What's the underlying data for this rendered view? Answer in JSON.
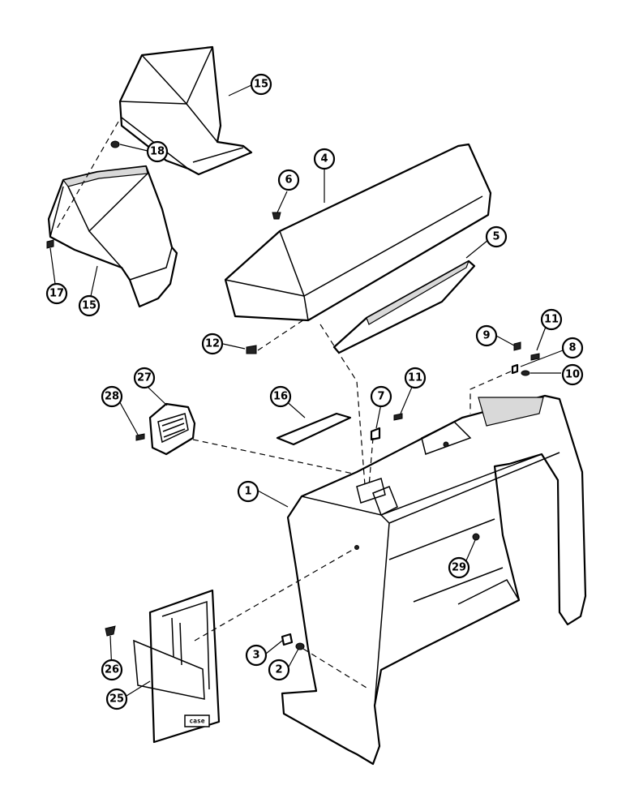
{
  "diagram": {
    "callouts": [
      {
        "id": "c15a",
        "label": "15"
      },
      {
        "id": "c18",
        "label": "18"
      },
      {
        "id": "c17",
        "label": "17"
      },
      {
        "id": "c15b",
        "label": "15"
      },
      {
        "id": "c6",
        "label": "6"
      },
      {
        "id": "c4",
        "label": "4"
      },
      {
        "id": "c5",
        "label": "5"
      },
      {
        "id": "c12",
        "label": "12"
      },
      {
        "id": "c11a",
        "label": "11"
      },
      {
        "id": "c9",
        "label": "9"
      },
      {
        "id": "c8",
        "label": "8"
      },
      {
        "id": "c10",
        "label": "10"
      },
      {
        "id": "c11b",
        "label": "11"
      },
      {
        "id": "c7",
        "label": "7"
      },
      {
        "id": "c16",
        "label": "16"
      },
      {
        "id": "c27",
        "label": "27"
      },
      {
        "id": "c28",
        "label": "28"
      },
      {
        "id": "c1",
        "label": "1"
      },
      {
        "id": "c29",
        "label": "29"
      },
      {
        "id": "c3",
        "label": "3"
      },
      {
        "id": "c2",
        "label": "2"
      },
      {
        "id": "c26",
        "label": "26"
      },
      {
        "id": "c25",
        "label": "25"
      }
    ],
    "logo_text": "case"
  }
}
